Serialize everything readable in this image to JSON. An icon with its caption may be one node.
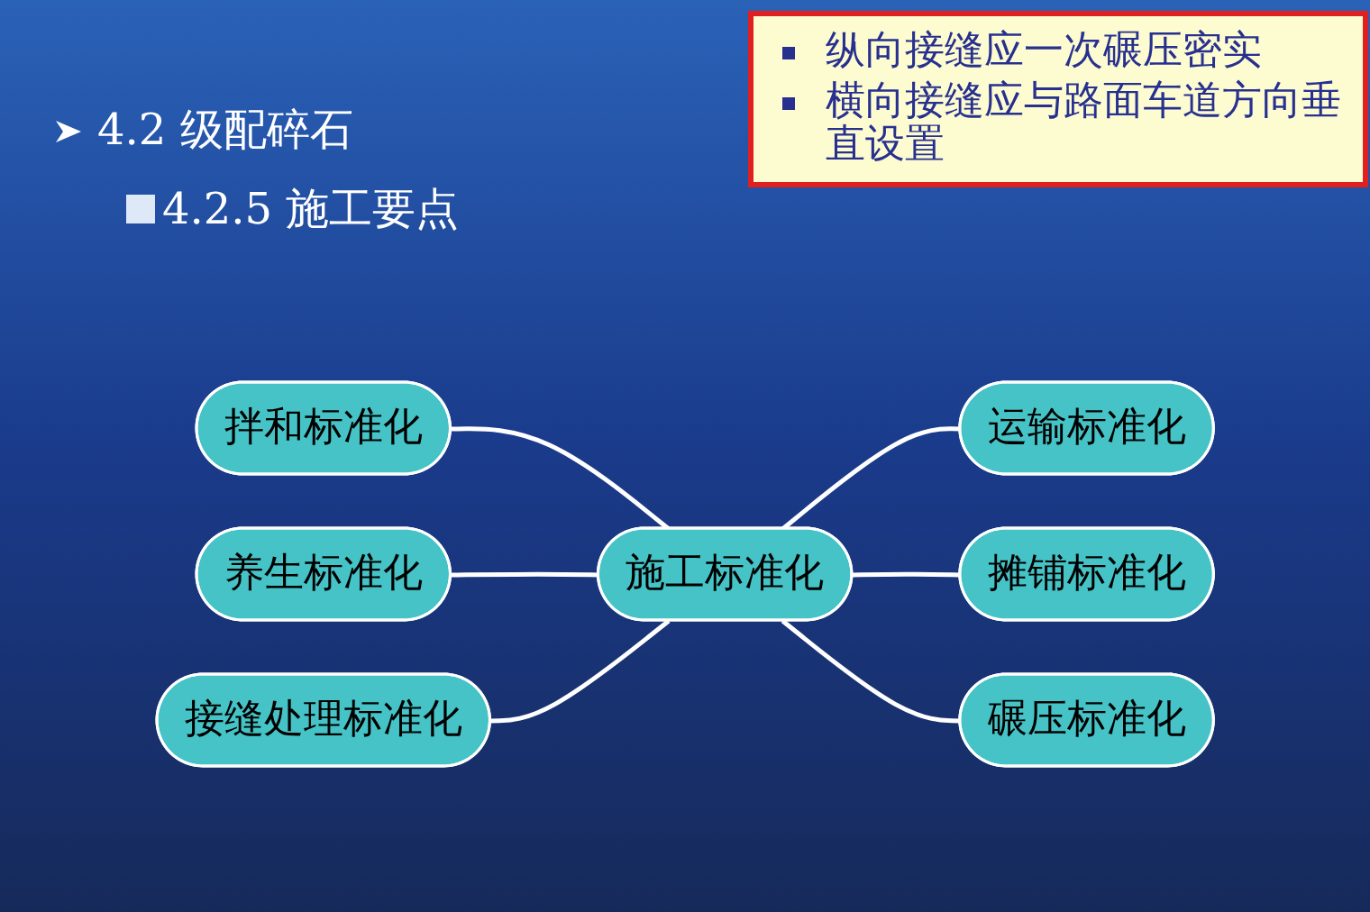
{
  "diagram": {
    "title": "4.2 级配碎石",
    "nodes": [
      {
        "text": [
          "拌和标准化"
        ]
      },
      {
        "text": [
          "养生标准化"
        ]
      },
      {
        "text": [
          "运输标准化"
        ]
      },
      {
        "text": [
          "施工标准化"
        ]
      },
      {
        "text": [
          "接缝处理标准化"
        ]
      },
      {
        "text": [
          "摊铺标准化"
        ]
      },
      {
        "text": [
          "碾压标准化"
        ]
      }
    ],
    "edges": [
      {
        "from": 0,
        "to": 3,
        "arrow": "none"
      },
      {
        "from": 1,
        "to": 3,
        "arrow": "none"
      },
      {
        "from": 3,
        "to": 2,
        "arrow": "none"
      },
      {
        "from": 4,
        "to": 3,
        "arrow": "none"
      },
      {
        "from": 3,
        "to": 5,
        "arrow": "none"
      },
      {
        "from": 3,
        "to": 6,
        "arrow": "none"
      }
    ],
    "labels": [
      "纵向接缝应一次碾压密实",
      "横向接缝应与路面车道方向垂直设置",
      "4.2.5 施工要点"
    ]
  }
}
